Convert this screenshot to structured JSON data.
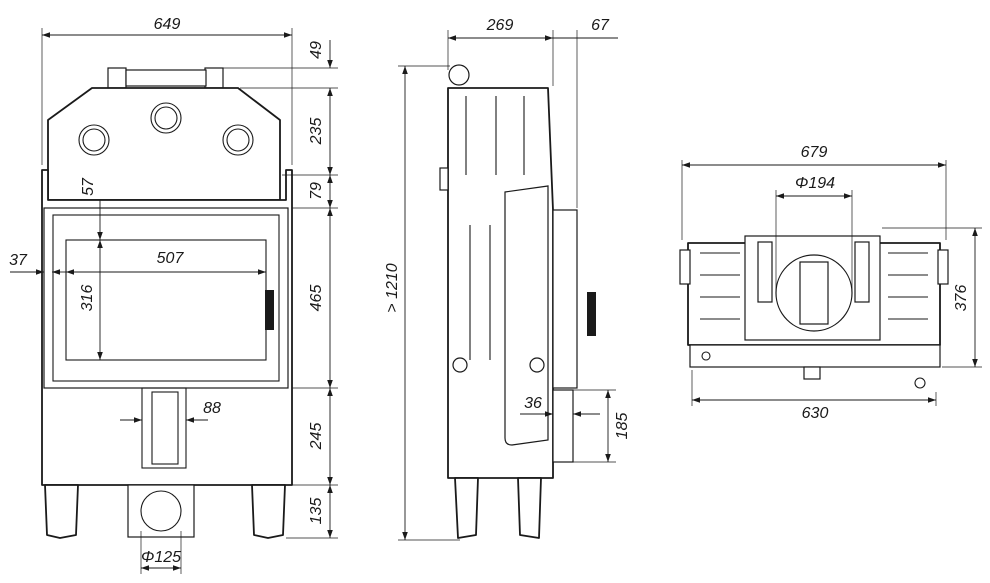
{
  "front_view": {
    "width": "649",
    "top_bracket": "49",
    "hood_height": "235",
    "upper_band": "79",
    "door_height": "465",
    "bottom_section": "245",
    "leg_height": "135",
    "glass_offset_top": "57",
    "side_offset": "37",
    "glass_width": "507",
    "glass_height": "316",
    "channel_width": "88",
    "flue_diameter": "Φ125"
  },
  "side_view": {
    "depth": "269",
    "front_projection": "67",
    "total_height": "> 1210",
    "duct_offset": "36",
    "duct_height": "185"
  },
  "top_view": {
    "overall_width": "679",
    "outlet_diameter": "Φ194",
    "base_width": "630",
    "depth": "376"
  }
}
